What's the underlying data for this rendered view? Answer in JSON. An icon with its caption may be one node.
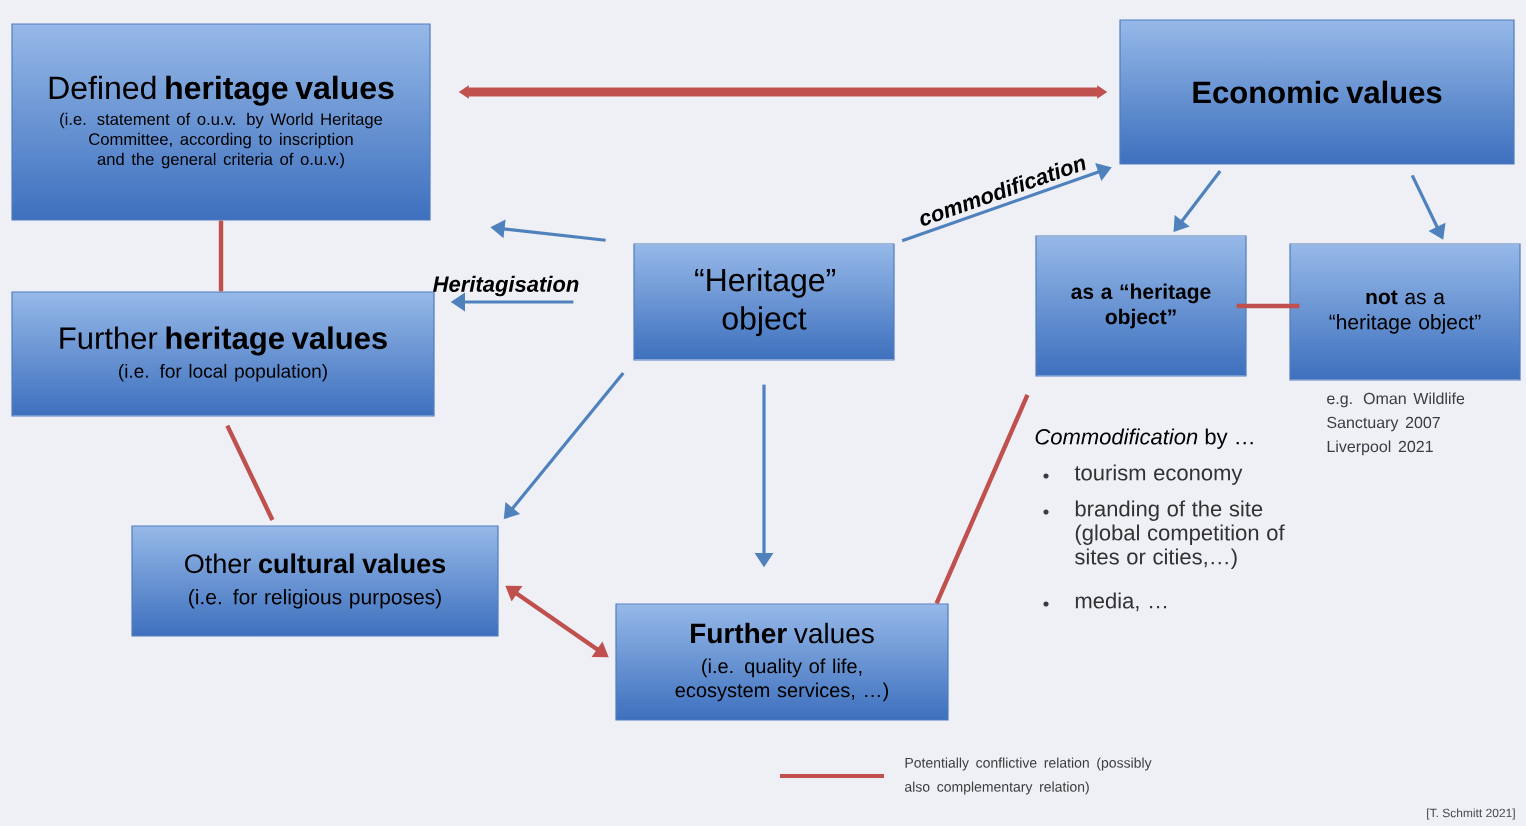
{
  "diagram": {
    "nodes": [
      {
        "text": [
          "Defined **heritage values**",
          "(i.e. statement of o.u.v. by World Heritage Committee, according to inscription and the general criteria of o.u.v.)"
        ]
      },
      {
        "text": [
          "Economic values"
        ]
      },
      {
        "text": [
          "“Heritage” object"
        ]
      },
      {
        "text": [
          "Further **heritage values**",
          "(i.e. for local population)"
        ]
      },
      {
        "text": [
          "as a “heritage object”"
        ]
      },
      {
        "text": [
          "**not** as a “heritage object”"
        ],
        "beside": [
          "e.g. Oman Wildlife Sanctuary 2007 Liverpool 2021"
        ]
      },
      {
        "text": [
          "Other **cultural values**",
          "(i.e. for religious purposes)"
        ]
      },
      {
        "text": [
          "**Further** values",
          "(i.e. quality of life, ecosystem services, …)"
        ]
      }
    ],
    "edges": [
      {
        "from": 0,
        "to": 1,
        "arrow": "both",
        "style": "thick",
        "color": "#c0504d"
      },
      {
        "from": 2,
        "to": 1,
        "arrow": "to",
        "label": "commodification"
      },
      {
        "from": 2,
        "to": 0,
        "arrow": "to"
      },
      {
        "from": 2,
        "to": 3,
        "arrow": "to"
      },
      {
        "from": 2,
        "to": 6,
        "arrow": "to"
      },
      {
        "from": 2,
        "to": 7,
        "arrow": "to"
      },
      {
        "from": 1,
        "to": 4,
        "arrow": "to"
      },
      {
        "from": 1,
        "to": 5,
        "arrow": "to"
      },
      {
        "from": 0,
        "to": 3,
        "arrow": "none",
        "color": "#c0504d"
      },
      {
        "from": 3,
        "to": 6,
        "arrow": "none",
        "color": "#c0504d"
      },
      {
        "from": 6,
        "to": 7,
        "arrow": "both",
        "color": "#c0504d"
      },
      {
        "from": 4,
        "to": 5,
        "arrow": "none",
        "color": "#c0504d"
      },
      {
        "from": 7,
        "to": 4,
        "arrow": "none",
        "color": "#c0504d"
      }
    ],
    "labels": [
      "Heritagisation",
      "*Commodification* by …",
      "tourism economy",
      "branding of the site (global competition of sites or cities,…)",
      "media, …",
      "[T. Schmitt 2021]"
    ],
    "legend": [
      {
        "text": "Potentially conflictive relation (possibly also complementary relation)"
      }
    ]
  }
}
